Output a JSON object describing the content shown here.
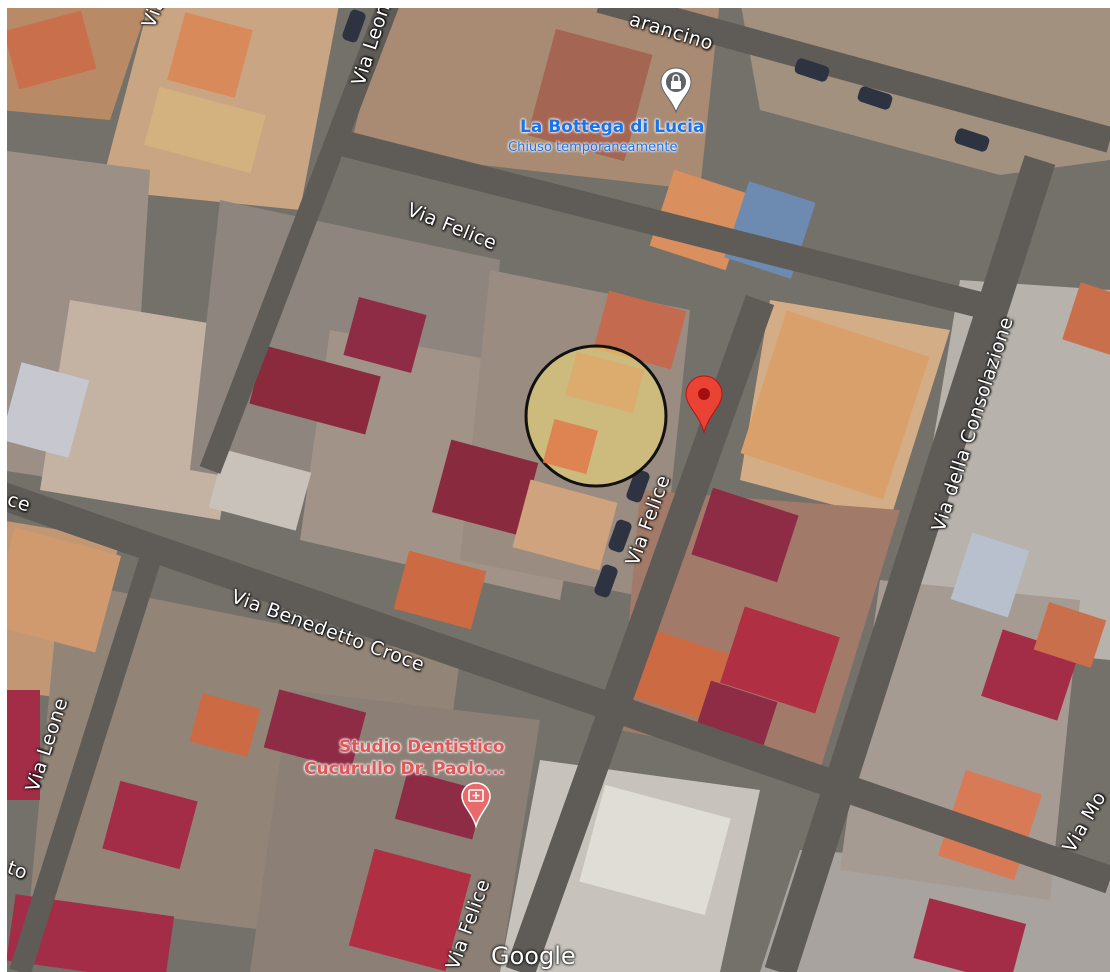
{
  "map": {
    "type": "satellite",
    "roads": {
      "via_felice_top": "Via Felice",
      "via_felice_middle": "Via Felice",
      "via_felice_bottom": "Via Felice",
      "via_leone_top": "Via Leone",
      "via_leone_bottom": "Via Leone",
      "via_benedetto_croce": "Via Benedetto Croce",
      "via_della_consolazione": "Via della Consolazione",
      "via_mo_partial": "Via Mo",
      "road_top_partial": "arancino",
      "left_edge_partial_1": "ce",
      "left_edge_partial_2": "to",
      "top_left_partial": "Via"
    },
    "places": [
      {
        "name": "La Bottega di Lucia",
        "subtitle": "Chiuso temporaneamente",
        "icon": "shopping-bag-icon",
        "color": "#1a73e8"
      },
      {
        "name_line1": "Studio Dentistico",
        "name_line2": "Cucurullo Dr. Paolo...",
        "icon": "medical-icon",
        "color": "#e57373"
      }
    ],
    "selected_pin": {
      "icon": "map-pin-icon",
      "color": "#ea4335"
    },
    "highlight": {
      "color": "#f5e27a",
      "shape": "circle"
    },
    "attribution": "Google"
  }
}
